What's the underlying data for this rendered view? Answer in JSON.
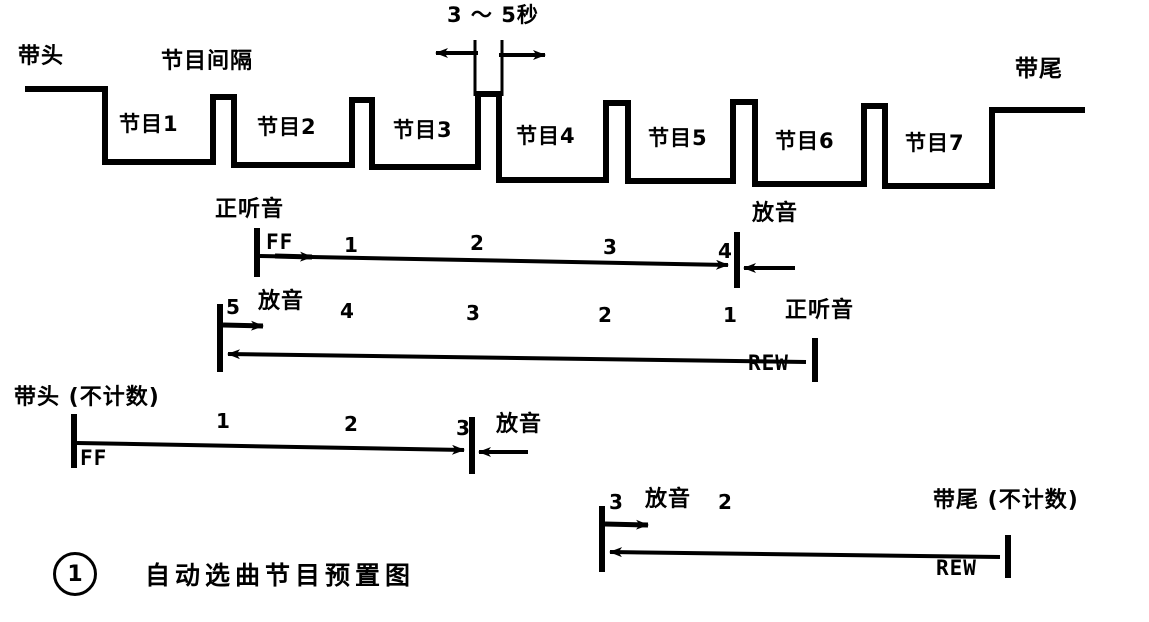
{
  "figure": {
    "caption_number": "1",
    "caption_text": "自动选曲节目预置图"
  },
  "tape_track_chart": {
    "head_label": "带头",
    "tail_label": "带尾",
    "gap_label": "节目间隔",
    "gap_time_label": "3 ～ 5秒",
    "programs": [
      {
        "label": "节目1"
      },
      {
        "label": "节目2"
      },
      {
        "label": "节目3"
      },
      {
        "label": "节目4"
      },
      {
        "label": "节目5"
      },
      {
        "label": "节目6"
      },
      {
        "label": "节目7"
      }
    ]
  },
  "rows": [
    {
      "name": "ff-forward-row",
      "start_label": "正听音",
      "mode_label": "FF",
      "end_label": "放音",
      "counts": [
        "1",
        "2",
        "3",
        "4"
      ]
    },
    {
      "name": "rew-reverse-row",
      "start_label": "放音",
      "mode_label": "REW",
      "end_label": "正听音",
      "counts": [
        "5",
        "4",
        "3",
        "2",
        "1"
      ]
    },
    {
      "name": "ff-from-head-row",
      "start_label": "带头 (不计数)",
      "mode_label": "FF",
      "end_label": "放音",
      "counts": [
        "1",
        "2",
        "3"
      ]
    },
    {
      "name": "rew-from-tail-row",
      "start_label": "放音",
      "mode_label": "REW",
      "end_label": "带尾 (不计数)",
      "counts": [
        "3",
        "2"
      ]
    }
  ],
  "colors": {
    "ink": "#000000",
    "paper": "#ffffff"
  }
}
